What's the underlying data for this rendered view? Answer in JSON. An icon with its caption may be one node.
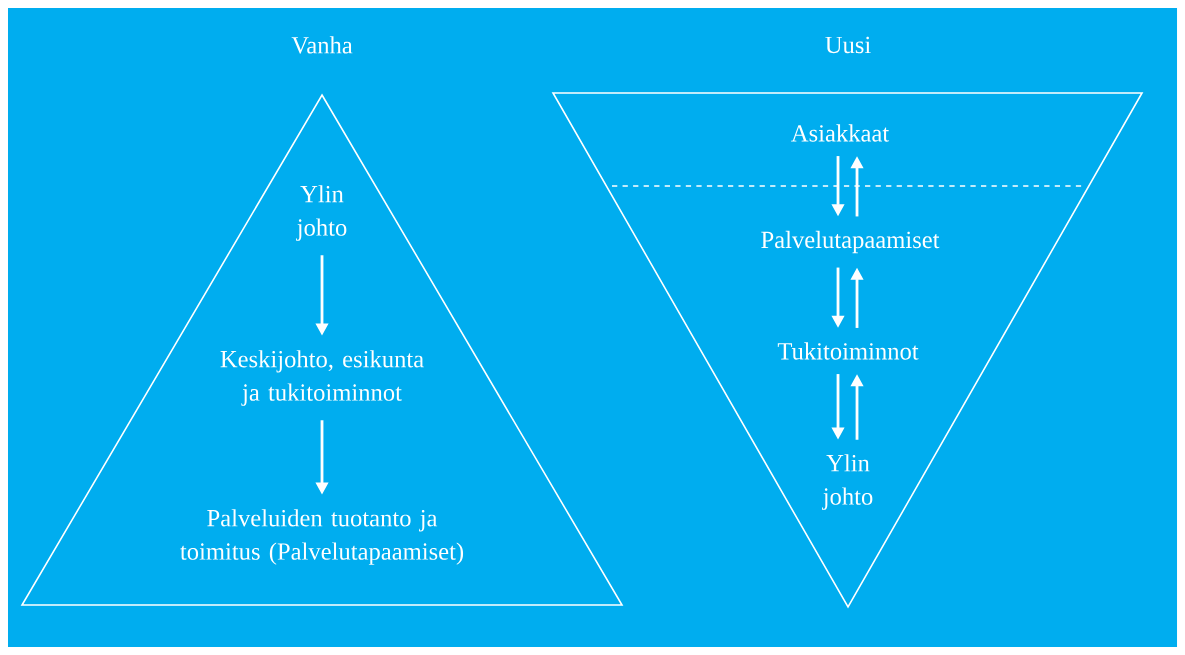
{
  "diagram": {
    "nodes": [
      {
        "text": [
          "Vanha"
        ]
      },
      {
        "text": [
          "Ylin johto"
        ],
        "in": 0
      },
      {
        "text": [
          "Keskijohto, esikunta ja tukitoiminnot"
        ],
        "in": 0
      },
      {
        "text": [
          "Palveluiden tuotanto ja toimitus (Palvelutapaamiset)"
        ],
        "in": 0
      },
      {
        "text": [
          "Uusi"
        ]
      },
      {
        "text": [
          "Asiakkaat"
        ],
        "in": 4
      },
      {
        "text": [
          "Palvelutapaamiset"
        ],
        "in": 4
      },
      {
        "text": [
          "Tukitoiminnot"
        ],
        "in": 4
      },
      {
        "text": [
          "Ylin johto"
        ],
        "in": 4
      }
    ],
    "edges": [
      {
        "from": 1,
        "to": 2,
        "arrow": "to"
      },
      {
        "from": 2,
        "to": 3,
        "arrow": "to"
      },
      {
        "from": 5,
        "to": 6,
        "arrow": "to"
      },
      {
        "from": 6,
        "to": 5,
        "arrow": "to"
      },
      {
        "from": 6,
        "to": 7,
        "arrow": "to"
      },
      {
        "from": 7,
        "to": 6,
        "arrow": "to"
      },
      {
        "from": 7,
        "to": 8,
        "arrow": "to"
      },
      {
        "from": 8,
        "to": 7,
        "arrow": "to"
      }
    ]
  }
}
